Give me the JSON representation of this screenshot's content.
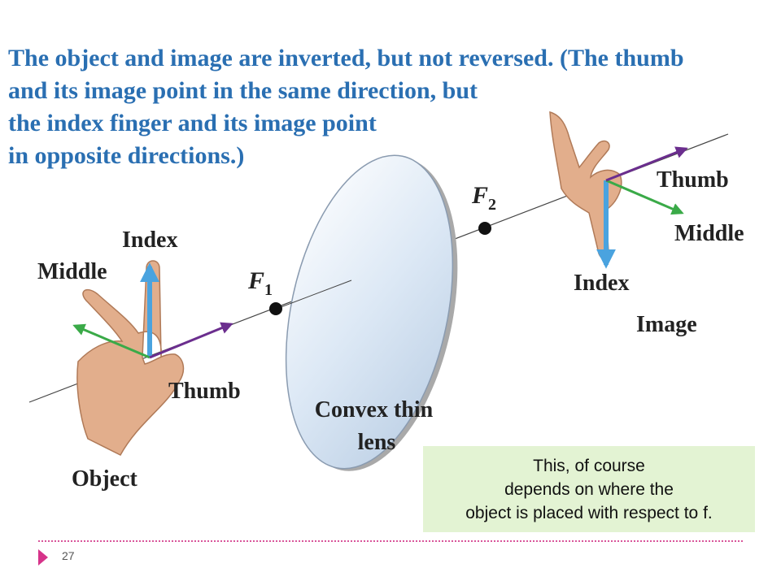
{
  "heading": {
    "lines": [
      "The object and image are inverted, but not reversed. (The thumb",
      "and its image point in the same direction, but",
      "the index finger and its image point",
      "in opposite directions.)"
    ]
  },
  "diagram": {
    "object_labels": {
      "index": "Index",
      "middle": "Middle",
      "thumb": "Thumb",
      "caption": "Object"
    },
    "image_labels": {
      "thumb": "Thumb",
      "middle": "Middle",
      "index": "Index",
      "caption": "Image"
    },
    "focal_points": {
      "f1_letter": "F",
      "f1_sub": "1",
      "f2_letter": "F",
      "f2_sub": "2"
    },
    "lens_label": {
      "line1": "Convex thin",
      "line2": "lens"
    },
    "colors": {
      "index_arrow": "#4aa3df",
      "middle_arrow": "#3aaa48",
      "thumb_arrow": "#6b2e8e",
      "skin": "#e2ae8c",
      "heading": "#2a6fb2"
    }
  },
  "note": {
    "lines": [
      "This, of course",
      "depends on where the",
      "object is placed with respect to f."
    ]
  },
  "footer": {
    "page_number": "27"
  }
}
